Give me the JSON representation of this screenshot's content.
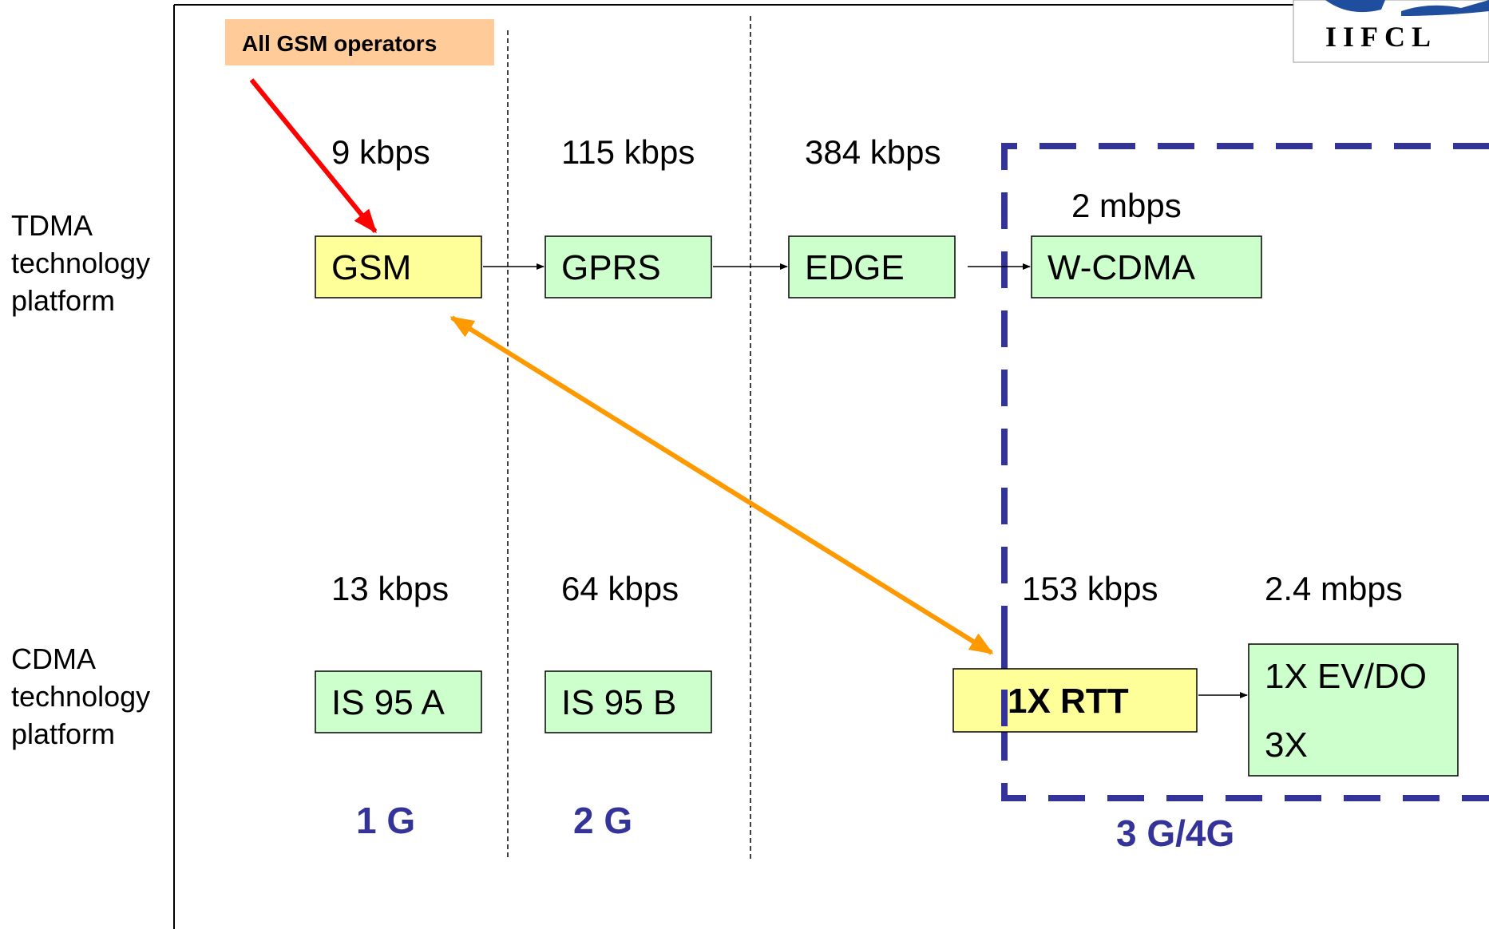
{
  "colors": {
    "yellow_box": "#ffff99",
    "green_box": "#ccffcc",
    "orange_label": "#ffcc99",
    "red_arrow": "#ff0000",
    "orange_arrow": "#ff9900",
    "navy": "#333399",
    "logo_blue": "#1f4e9e"
  },
  "logo": {
    "text": "IIFCL"
  },
  "callout": {
    "label": "All GSM operators"
  },
  "platforms": {
    "tdma": [
      "TDMA",
      "technology",
      "platform"
    ],
    "cdma": [
      "CDMA",
      "technology",
      "platform"
    ]
  },
  "tdma_speeds": [
    "9 kbps",
    "115 kbps",
    "384 kbps",
    "2 mbps"
  ],
  "tdma_nodes": [
    "GSM",
    "GPRS",
    "EDGE",
    "W-CDMA"
  ],
  "cdma_speeds": [
    "13 kbps",
    "64 kbps",
    "153 kbps",
    "2.4 mbps"
  ],
  "cdma_nodes": [
    "IS 95 A",
    "IS 95 B",
    "1X RTT",
    "1X EV/DO",
    "3X"
  ],
  "generations": [
    "1 G",
    "2 G",
    "3 G/4G"
  ]
}
